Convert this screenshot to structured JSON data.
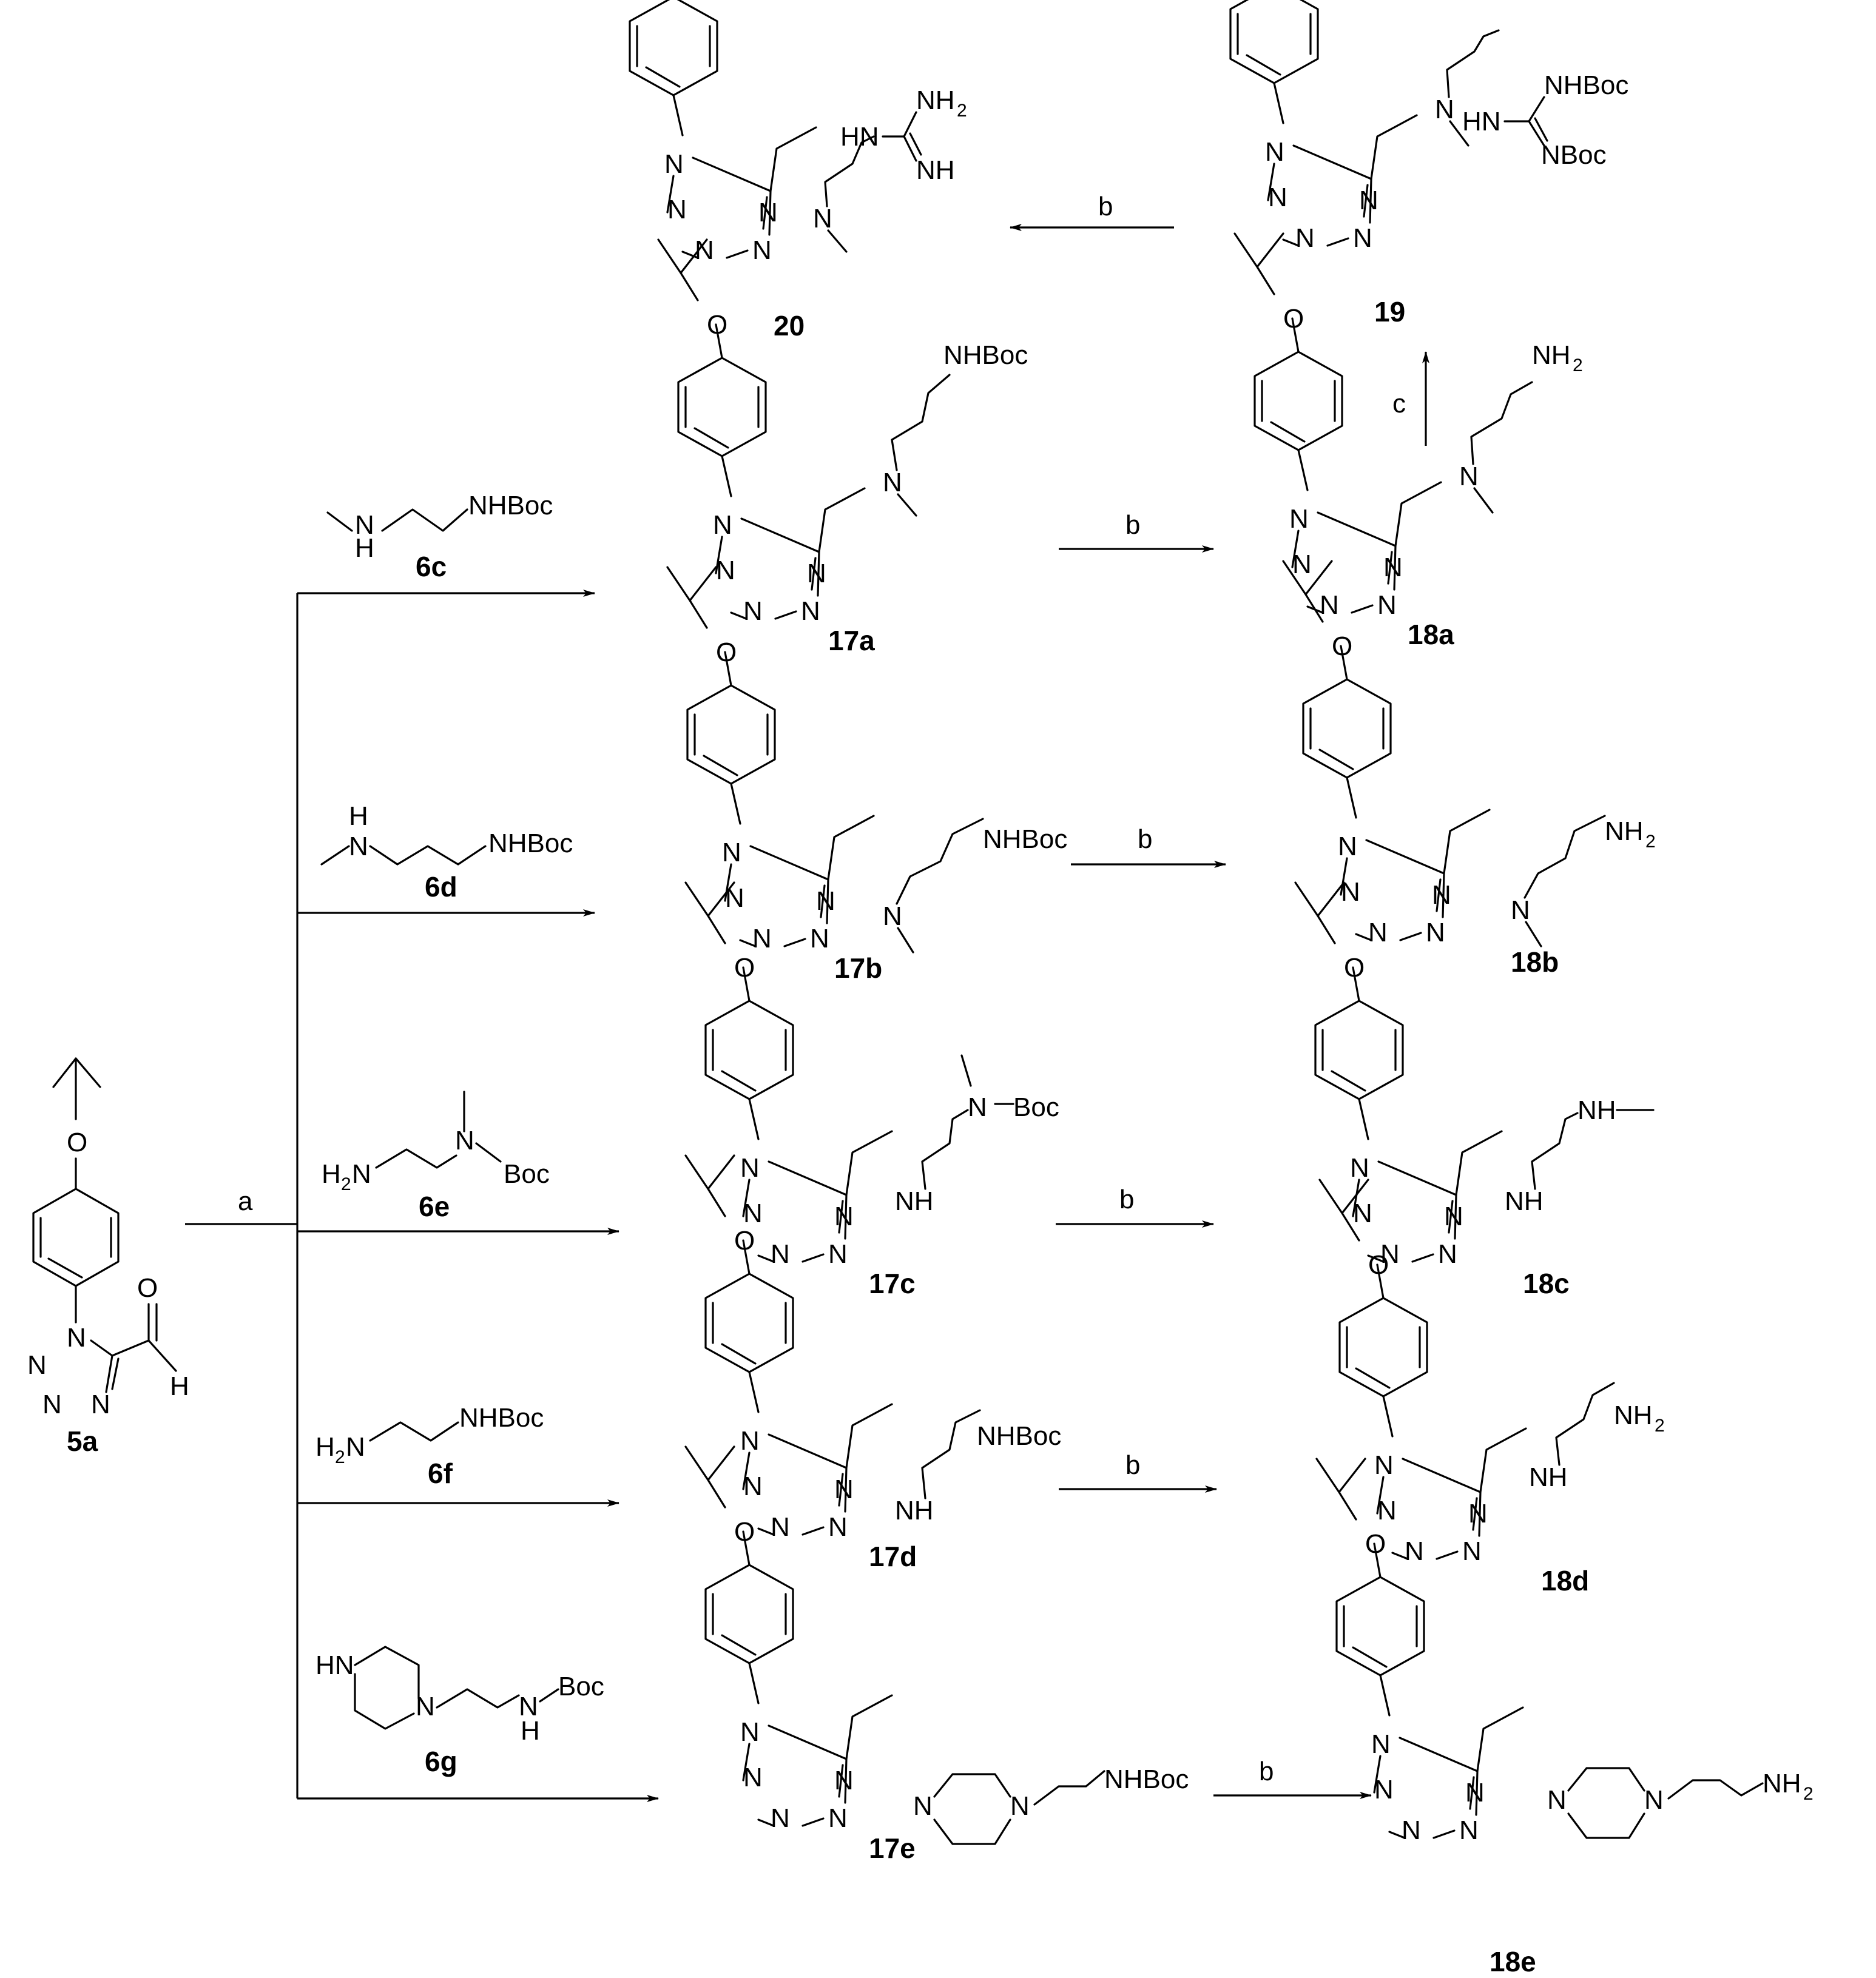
{
  "scheme": {
    "conditions": {
      "a": "a",
      "b": "b",
      "c": "c"
    },
    "start": {
      "id": "5a"
    },
    "amines": [
      {
        "id": "6c",
        "formula": "NHBoc",
        "h": "H"
      },
      {
        "id": "6d",
        "formula": "NHBoc",
        "h": "H"
      },
      {
        "id": "6e",
        "left": "H",
        "leftsub": "2",
        "leftn": "N",
        "nlabel": "N",
        "boc": "Boc"
      },
      {
        "id": "6f",
        "left": "H",
        "leftsub": "2",
        "leftn": "N",
        "formula": "NHBoc"
      },
      {
        "id": "6g",
        "ring_hn": "HN",
        "ring_n": "N",
        "nh": "N",
        "h": "H",
        "boc": "Boc"
      }
    ],
    "intermediates": [
      {
        "id": "17a",
        "amine_n": "N",
        "tail": "NHBoc"
      },
      {
        "id": "17b",
        "amine_n": "N",
        "tail": "NHBoc"
      },
      {
        "id": "17c",
        "amine_n": "NH",
        "tail_n": "N",
        "tail": "Boc"
      },
      {
        "id": "17d",
        "amine_n": "NH",
        "tail": "NHBoc"
      },
      {
        "id": "17e",
        "n1": "N",
        "n2": "N",
        "tail": "NHBoc"
      }
    ],
    "products": [
      {
        "id": "18a",
        "amine_n": "N",
        "tail": "NH",
        "tailsub": "2"
      },
      {
        "id": "18b",
        "amine_n": "N",
        "tail": "NH",
        "tailsub": "2"
      },
      {
        "id": "18c",
        "amine_n": "NH",
        "tail": "NH"
      },
      {
        "id": "18d",
        "amine_n": "NH",
        "tail": "NH",
        "tailsub": "2"
      },
      {
        "id": "18e",
        "n1": "N",
        "n2": "N",
        "tail": "NH",
        "tailsub": "2"
      }
    ],
    "protected": {
      "id": "19",
      "amine_n": "N",
      "hn": "HN",
      "nhboc": "NHBoc",
      "nboc": "NBoc"
    },
    "final": {
      "id": "20",
      "amine_n": "N",
      "hn": "HN",
      "nh2": "NH",
      "nh2sub": "2",
      "nh": "NH"
    },
    "atoms": {
      "O": "O",
      "N": "N",
      "H": "H"
    }
  }
}
